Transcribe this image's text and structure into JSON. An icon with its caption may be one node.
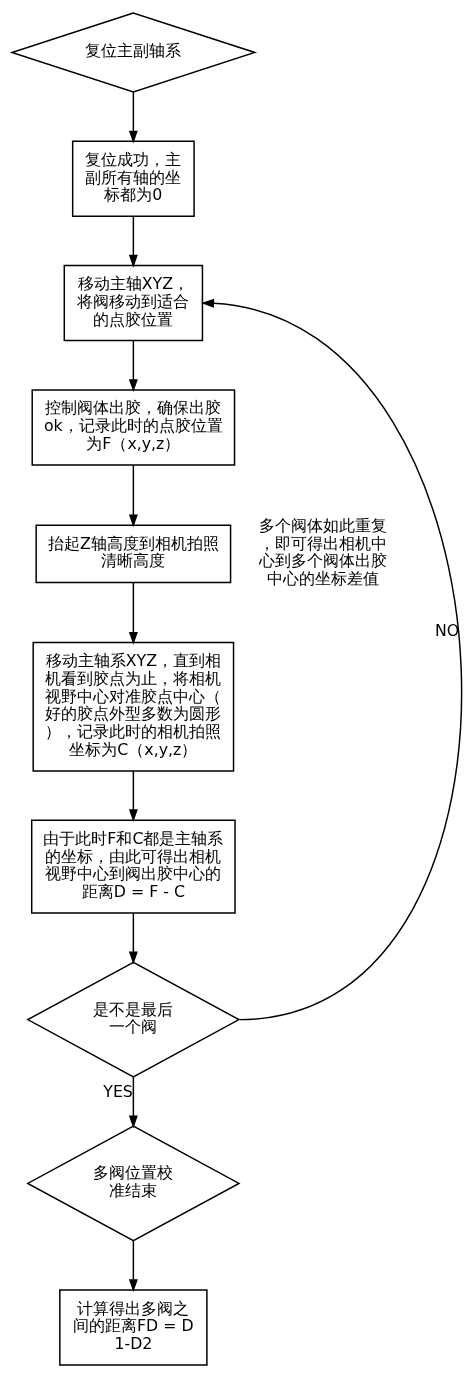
{
  "diagram": {
    "nodes": [
      {
        "text": [
          "复位主副轴系"
        ]
      },
      {
        "text": [
          "复位成功，主副所有轴的坐标都为0"
        ]
      },
      {
        "text": [
          "移动主轴XYZ，将阀移动到适合的点胶位置"
        ]
      },
      {
        "text": [
          "控制阀体出胶，确保出胶ok，记录此时的点胶位置为F（x,y,z）"
        ]
      },
      {
        "text": [
          "抬起Z轴高度到相机拍照清晰高度"
        ]
      },
      {
        "text": [
          "移动主轴系XYZ，直到相机看到胶点为止，将相机视野中心对准胶点中心（好的胶点外型多数为圆形），记录此时的相机拍照坐标为C（x,y,z）"
        ]
      },
      {
        "text": [
          "由于此时F和C都是主轴系的坐标，由此可得出相机视野中心到阀出胶中心的距离D = F - C"
        ]
      },
      {
        "text": [
          "是不是最后一个阀"
        ]
      },
      {
        "text": [
          "多阀位置校准结束"
        ]
      },
      {
        "text": [
          "计算得出多阀之间的距离FD = D1-D2"
        ]
      }
    ],
    "edges": [
      {
        "from": 0,
        "to": 1,
        "arrow": "to"
      },
      {
        "from": 1,
        "to": 2,
        "arrow": "to"
      },
      {
        "from": 2,
        "to": 3,
        "arrow": "to"
      },
      {
        "from": 3,
        "to": 4,
        "arrow": "to"
      },
      {
        "from": 4,
        "to": 5,
        "arrow": "to"
      },
      {
        "from": 5,
        "to": 6,
        "arrow": "to"
      },
      {
        "from": 6,
        "to": 7,
        "arrow": "to"
      },
      {
        "from": 7,
        "to": 2,
        "arrow": "to",
        "label": "NO"
      },
      {
        "from": 7,
        "to": 8,
        "arrow": "to",
        "label": "YES"
      },
      {
        "from": 8,
        "to": 9,
        "arrow": "to"
      }
    ],
    "labels": [
      "多个阀体如此重复，即可得出相机中心到多个阀体出胶中心的坐标差值"
    ]
  }
}
